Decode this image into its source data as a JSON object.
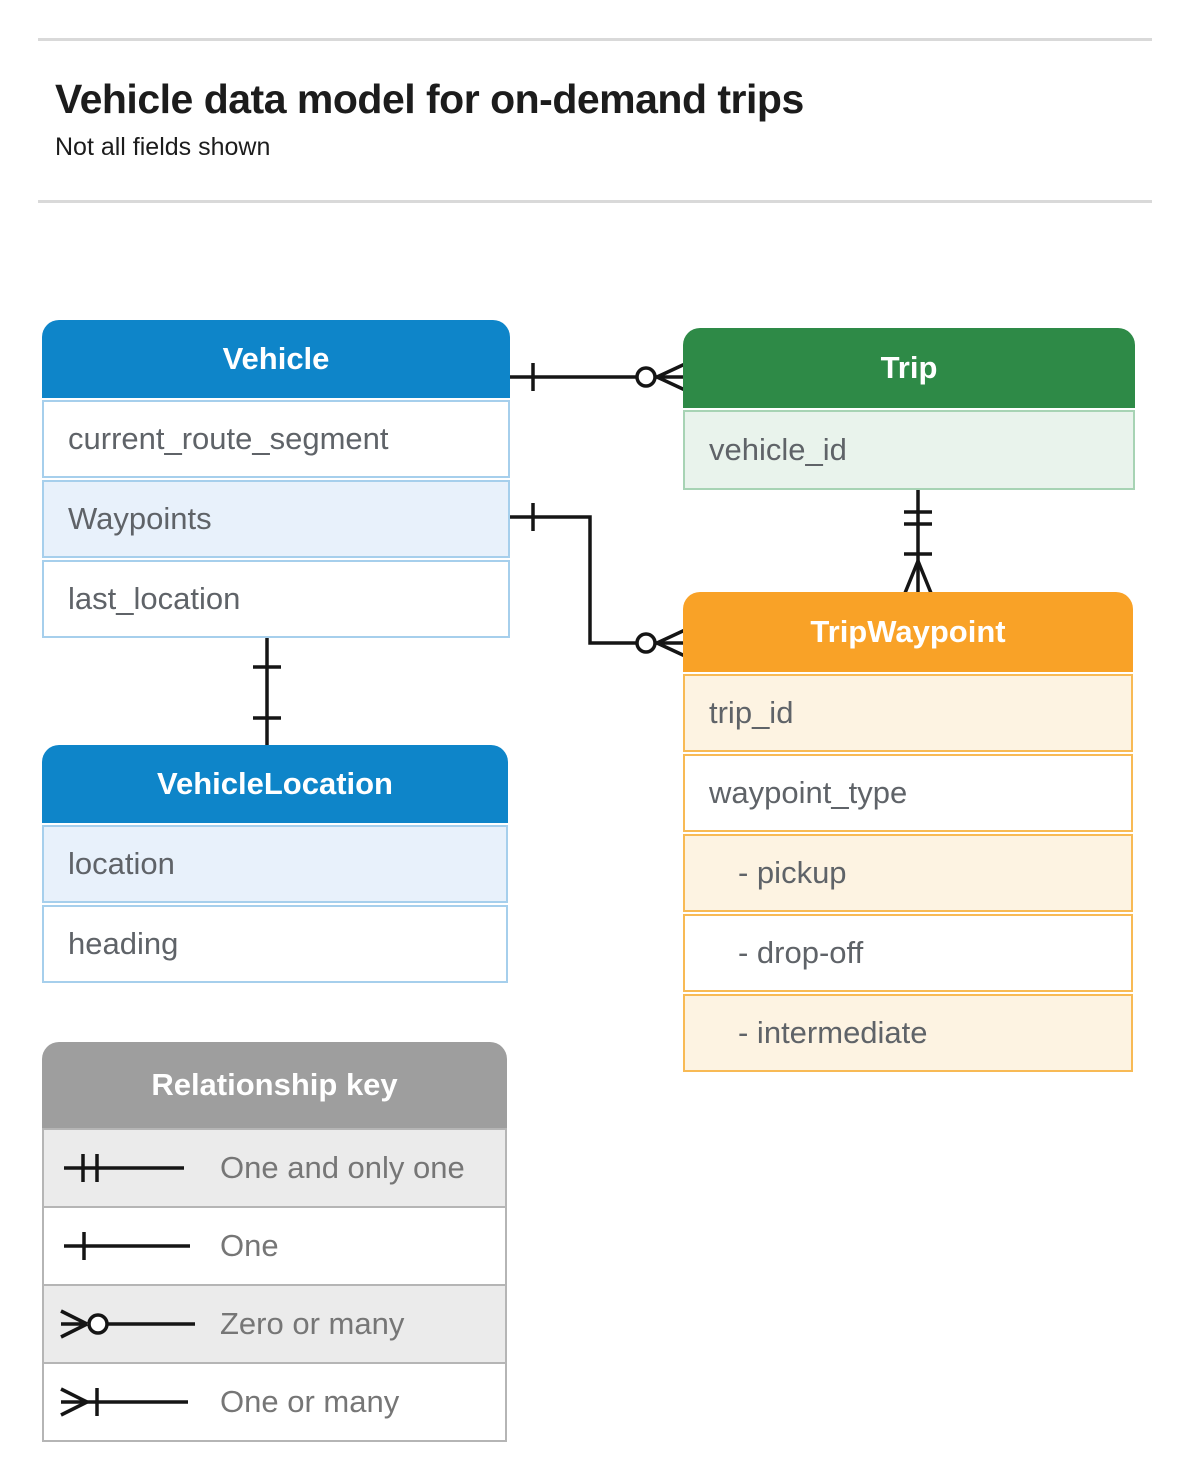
{
  "header": {
    "title": "Vehicle data model for on-demand trips",
    "subtitle": "Not all fields shown"
  },
  "entities": {
    "vehicle": {
      "title": "Vehicle",
      "fields": [
        "current_route_segment",
        "Waypoints",
        "last_location"
      ]
    },
    "trip": {
      "title": "Trip",
      "fields": [
        "vehicle_id"
      ]
    },
    "tripWaypoint": {
      "title": "TripWaypoint",
      "fields": [
        "trip_id",
        "waypoint_type",
        "- pickup",
        "- drop-off",
        "- intermediate"
      ]
    },
    "vehicleLocation": {
      "title": "VehicleLocation",
      "fields": [
        "location",
        "heading"
      ]
    }
  },
  "legend": {
    "title": "Relationship key",
    "items": [
      "One and only one",
      "One",
      "Zero or many",
      "One or many"
    ]
  },
  "relationships": [
    {
      "from": "Vehicle",
      "to": "Trip",
      "from_cardinality": "one",
      "to_cardinality": "zero or many"
    },
    {
      "from": "Vehicle.Waypoints",
      "to": "TripWaypoint",
      "from_cardinality": "one",
      "to_cardinality": "zero or many"
    },
    {
      "from": "Trip",
      "to": "TripWaypoint",
      "from_cardinality": "one and only one",
      "to_cardinality": "one or many"
    },
    {
      "from": "Vehicle",
      "to": "VehicleLocation",
      "from_cardinality": "one",
      "to_cardinality": "one"
    }
  ],
  "colors": {
    "blue_header": "#0e85c9",
    "blue_row": "#e8f1fb",
    "blue_border": "#a6cfec",
    "green_header": "#2e8a47",
    "green_row": "#e9f3ec",
    "green_border": "#a7d3b4",
    "orange_header": "#f9a227",
    "orange_row": "#fdf3e2",
    "orange_border": "#f8ba55",
    "key_header": "#9e9e9e",
    "key_row": "#ebebeb",
    "key_border": "#b5b5b5",
    "field_text": "#5f6368",
    "connector_line": "#151515"
  }
}
